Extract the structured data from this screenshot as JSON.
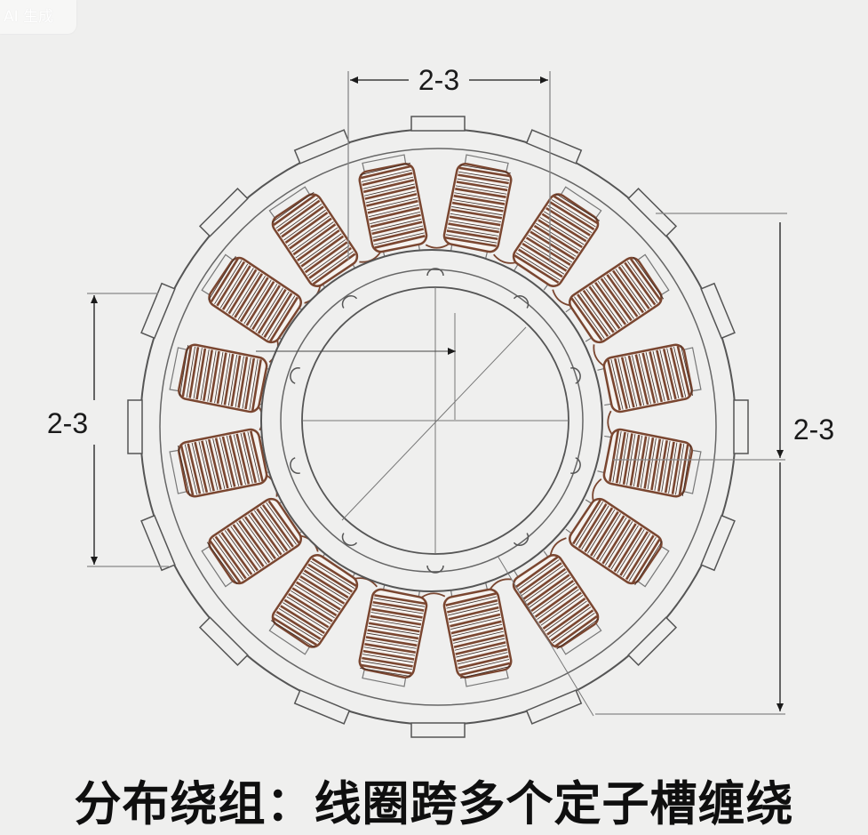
{
  "badge": {
    "text": "AI 生成"
  },
  "dimensions": {
    "top": "2-3",
    "left": "2-3",
    "right": "2-3"
  },
  "stator": {
    "slot_count": 16
  },
  "colors": {
    "background": "#efefee",
    "line": "#4a4a4a",
    "coil": "#7a4630",
    "coil_light": "#ffffff",
    "caption": "#0f0f0f"
  },
  "caption": "分布绕组：线圈跨多个定子槽缠绕"
}
